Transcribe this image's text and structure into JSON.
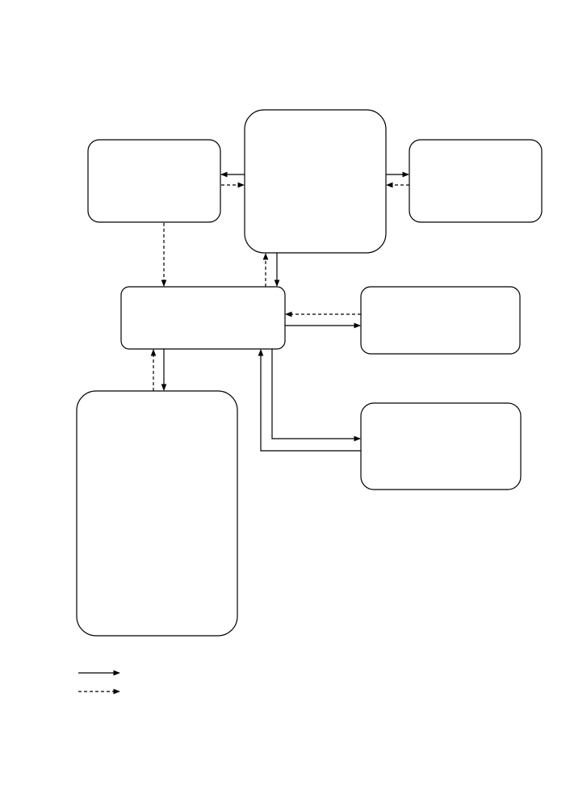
{
  "diagram": {
    "nodes": [
      {
        "id": "box-upper-left",
        "label": ""
      },
      {
        "id": "box-top-center",
        "label": ""
      },
      {
        "id": "box-upper-right",
        "label": ""
      },
      {
        "id": "box-hub",
        "label": ""
      },
      {
        "id": "box-mid-right",
        "label": ""
      },
      {
        "id": "box-lower-right",
        "label": ""
      },
      {
        "id": "box-bottom-left",
        "label": ""
      }
    ],
    "edges": [
      {
        "from": "box-top-center",
        "to": "box-upper-left",
        "style": "solid"
      },
      {
        "from": "box-upper-left",
        "to": "box-top-center",
        "style": "dashed"
      },
      {
        "from": "box-top-center",
        "to": "box-upper-right",
        "style": "solid"
      },
      {
        "from": "box-upper-right",
        "to": "box-top-center",
        "style": "dashed"
      },
      {
        "from": "box-upper-left",
        "to": "box-hub",
        "style": "dashed"
      },
      {
        "from": "box-hub",
        "to": "box-top-center",
        "style": "dashed"
      },
      {
        "from": "box-top-center",
        "to": "box-hub",
        "style": "solid"
      },
      {
        "from": "box-mid-right",
        "to": "box-hub",
        "style": "dashed"
      },
      {
        "from": "box-hub",
        "to": "box-mid-right",
        "style": "solid"
      },
      {
        "from": "box-bottom-left",
        "to": "box-hub",
        "style": "dashed"
      },
      {
        "from": "box-hub",
        "to": "box-bottom-left",
        "style": "solid"
      },
      {
        "from": "box-hub",
        "to": "box-lower-right",
        "style": "solid"
      },
      {
        "from": "box-lower-right",
        "to": "box-hub",
        "style": "solid"
      }
    ],
    "legend": [
      {
        "style": "solid",
        "label": ""
      },
      {
        "style": "dashed",
        "label": ""
      }
    ]
  }
}
